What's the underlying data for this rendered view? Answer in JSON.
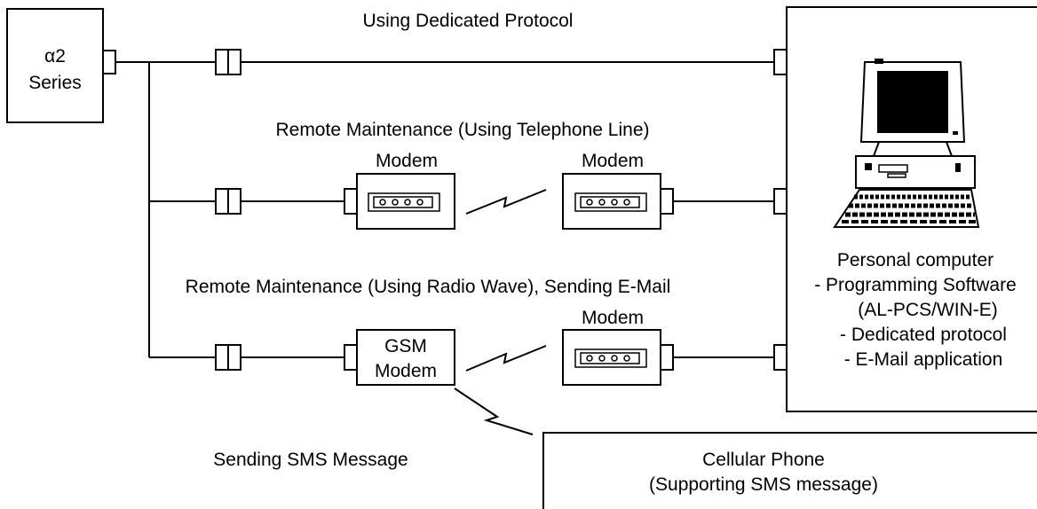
{
  "title": "Using Dedicated Protocol",
  "alpha_unit": {
    "line1": "α2",
    "line2": "Series"
  },
  "routes": {
    "telephone": "Remote Maintenance (Using Telephone Line)",
    "radio": "Remote Maintenance (Using Radio Wave), Sending E-Mail",
    "sms": "Sending SMS Message"
  },
  "devices": {
    "modem_label": "Modem",
    "gsm_modem": {
      "line1": "GSM",
      "line2": "Modem"
    }
  },
  "personal_computer": {
    "title": "Personal computer",
    "items": [
      "- Programming Software",
      "(AL-PCS/WIN-E)",
      "- Dedicated protocol",
      "- E-Mail application"
    ]
  },
  "cellular_phone": {
    "line1": "Cellular Phone",
    "line2": "(Supporting SMS message)"
  }
}
